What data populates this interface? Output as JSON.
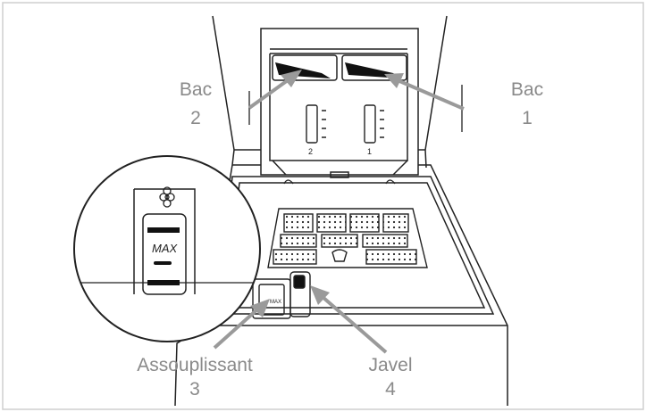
{
  "labels": {
    "bac2": {
      "name": "Bac",
      "number": "2"
    },
    "bac1": {
      "name": "Bac",
      "number": "1"
    },
    "assouplissant": {
      "name": "Assouplissant",
      "number": "3"
    },
    "javel": {
      "name": "Javel",
      "number": "4"
    }
  },
  "lid": {
    "compartment_left_number": "2",
    "compartment_right_number": "1"
  },
  "zoom": {
    "max_label": "MAX"
  },
  "small_dispenser": {
    "max_label": "MAX"
  },
  "colors": {
    "label_text": "#8a8a8a",
    "arrow_fill": "#9a9a9a",
    "line": "#222222"
  }
}
